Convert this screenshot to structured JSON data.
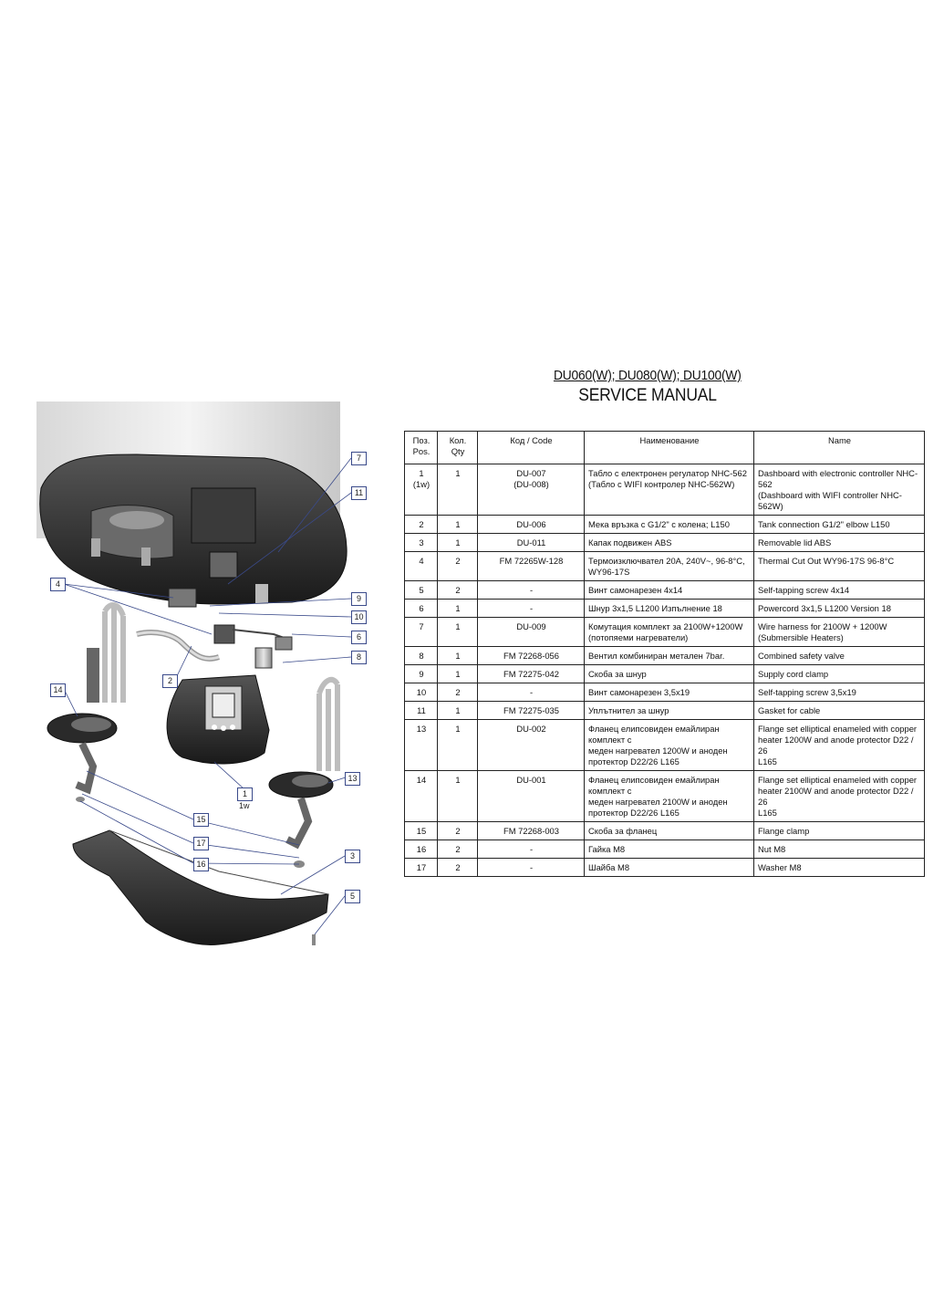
{
  "header": {
    "models": "DU060(W); DU080(W); DU100(W)",
    "title": "SERVICE MANUAL"
  },
  "table": {
    "columns": {
      "pos": "Поз.\nPos.",
      "qty": "Кол.\nQty",
      "code": "Код / Code",
      "name_bg": "Наименование",
      "name_en": "Name"
    },
    "rows": [
      {
        "pos": "1\n(1w)",
        "qty": "1",
        "code": "DU-007\n(DU-008)",
        "name_bg": "Табло с електронен регулатор NHC-562\n(Табло с WIFI контролер NHC-562W)",
        "name_en": "Dashboard with electronic controller NHC-562\n(Dashboard  with WIFI controller NHC-562W)"
      },
      {
        "pos": "2",
        "qty": "1",
        "code": "DU-006",
        "name_bg": "Мека връзка с G1/2\" с колена; L150",
        "name_en": "Tank connection G1/2\" elbow L150"
      },
      {
        "pos": "3",
        "qty": "1",
        "code": "DU-011",
        "name_bg": "Капак подвижен ABS",
        "name_en": "Removable lid ABS"
      },
      {
        "pos": "4",
        "qty": "2",
        "code": "FM 72265W-128",
        "name_bg": "Термоизключвател 20A, 240V~, 96-8°C,\nWY96-17S",
        "name_en": "Thermal Cut Out WY96-17S  96-8°C"
      },
      {
        "pos": "5",
        "qty": "2",
        "code": "-",
        "name_bg": "Винт самонарезен 4x14",
        "name_en": "Self-tapping screw 4x14"
      },
      {
        "pos": "6",
        "qty": "1",
        "code": "-",
        "name_bg": "Шнур 3x1,5 L1200 Изпълнение 18",
        "name_en": "Powercord 3x1,5 L1200 Version 18"
      },
      {
        "pos": "7",
        "qty": "1",
        "code": "DU-009",
        "name_bg": "Комутация комплект за 2100W+1200W\n(потопяеми нагреватели)",
        "name_en": "Wire harness for 2100W + 1200W\n(Submersible Heaters)"
      },
      {
        "pos": "8",
        "qty": "1",
        "code": "FM 72268-056",
        "name_bg": "Вентил комбиниран метален 7bar.",
        "name_en": "Combined safety valve"
      },
      {
        "pos": "9",
        "qty": "1",
        "code": "FM 72275-042",
        "name_bg": "Скоба за шнур",
        "name_en": "Supply cord clamp"
      },
      {
        "pos": "10",
        "qty": "2",
        "code": "-",
        "name_bg": "Винт самонарезен 3,5x19",
        "name_en": "Self-tapping screw 3,5x19"
      },
      {
        "pos": "11",
        "qty": "1",
        "code": "FM 72275-035",
        "name_bg": "Уплътнител за шнур",
        "name_en": "Gasket for cable"
      },
      {
        "pos": "13",
        "qty": "1",
        "code": "DU-002",
        "name_bg": "Фланец елипсовиден емайлиран комплект с\nмеден нагревател 1200W и аноден\nпротектор D22/26 L165",
        "name_en": "Flange set elliptical enameled with copper\nheater 1200W and anode protector D22 / 26\nL165"
      },
      {
        "pos": "14",
        "qty": "1",
        "code": "DU-001",
        "name_bg": "Фланец елипсовиден емайлиран комплект с\nмеден нагревател 2100W и аноден\nпротектор D22/26 L165",
        "name_en": "Flange set elliptical enameled with copper\nheater 2100W and anode protector D22 / 26\nL165"
      },
      {
        "pos": "15",
        "qty": "2",
        "code": "FM 72268-003",
        "name_bg": "Скоба за фланец",
        "name_en": "Flange clamp"
      },
      {
        "pos": "16",
        "qty": "2",
        "code": "-",
        "name_bg": "Гайка M8",
        "name_en": "Nut M8"
      },
      {
        "pos": "17",
        "qty": "2",
        "code": "-",
        "name_bg": "Шайба M8",
        "name_en": "Washer M8"
      }
    ]
  },
  "diagram": {
    "callouts": [
      {
        "key": "7",
        "label": "7"
      },
      {
        "key": "11",
        "label": "11"
      },
      {
        "key": "4",
        "label": "4"
      },
      {
        "key": "9",
        "label": "9"
      },
      {
        "key": "10",
        "label": "10"
      },
      {
        "key": "6",
        "label": "6"
      },
      {
        "key": "8",
        "label": "8"
      },
      {
        "key": "2",
        "label": "2"
      },
      {
        "key": "14",
        "label": "14"
      },
      {
        "key": "1",
        "label": "1",
        "sub": "1w"
      },
      {
        "key": "13",
        "label": "13"
      },
      {
        "key": "15",
        "label": "15"
      },
      {
        "key": "17",
        "label": "17"
      },
      {
        "key": "16",
        "label": "16"
      },
      {
        "key": "3",
        "label": "3"
      },
      {
        "key": "5",
        "label": "5"
      }
    ]
  }
}
